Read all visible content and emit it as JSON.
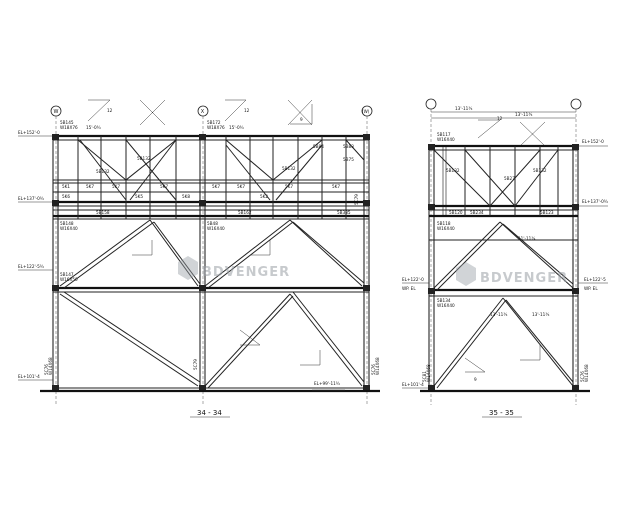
{
  "section_34": {
    "caption": "34 - 34",
    "grid_labels": [
      "W",
      "X",
      "(W)"
    ],
    "elevations": [
      "EL+152'-0",
      "EL+137'-0¾",
      "EL+122'-5¾",
      "EL+101'-4",
      "EL+99'-11¾"
    ],
    "members": [
      "5B145",
      "W18X76",
      "15'-0¾",
      "5B172",
      "W18X76",
      "15'-0¾",
      "5B132",
      "5B132",
      "5B132",
      "5B84",
      "5B83",
      "5B75",
      "5K1",
      "5K7",
      "5K6",
      "5K7",
      "5K5",
      "5K7",
      "5K8",
      "5K7",
      "5K7",
      "5K2",
      "5K7",
      "5K7",
      "5B158",
      "5B162",
      "5B335",
      "5B148",
      "W16X40",
      "5B48",
      "W16X40",
      "5B147",
      "W16X50",
      "5C76",
      "W14X68",
      "5C76",
      "W14X68",
      "5C79",
      "5C79",
      "12",
      "12",
      "9"
    ]
  },
  "section_35": {
    "caption": "35 - 35",
    "top_dims": [
      "13'-11¾",
      "13'-11¾"
    ],
    "elevations": [
      "EL+152'-0",
      "EL+137'-0¾",
      "EL+122'-0",
      "WP. EL",
      "EL+122'-5",
      "WP. EL",
      "EL+101'-4"
    ],
    "members": [
      "5B117",
      "W16X40",
      "5B132",
      "5B27",
      "5B132",
      "5B120",
      "5B234",
      "5B123",
      "5B118",
      "W16X40",
      "5B134",
      "W16X40",
      "5C81",
      "W14X68",
      "5C76",
      "W14X68",
      "13'-11¾",
      "13'-11¾",
      "11'-11¾",
      "12",
      "9"
    ]
  },
  "watermark": "BDVENGER"
}
